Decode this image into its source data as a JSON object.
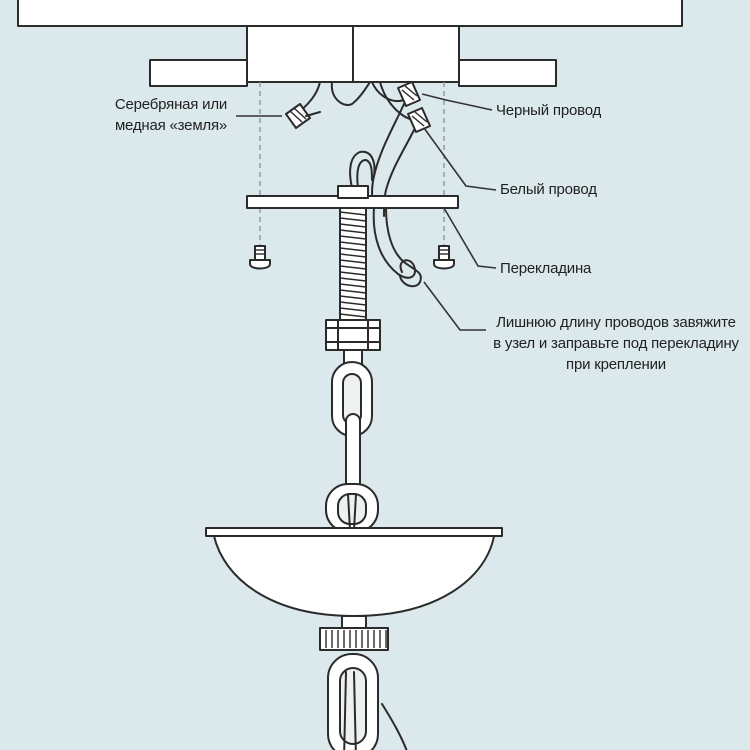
{
  "labels": {
    "ground": "Серебряная или\nмедная «земля»",
    "black_wire": "Черный провод",
    "white_wire": "Белый провод",
    "crossbar": "Перекладина",
    "excess_wire": "Лишнюю длину проводов завяжите\nв узел и заправьте под перекладину\nпри креплении"
  },
  "colors": {
    "background": "#dbe8ec",
    "line": "#2b2b2b",
    "fill": "#ffffff"
  }
}
